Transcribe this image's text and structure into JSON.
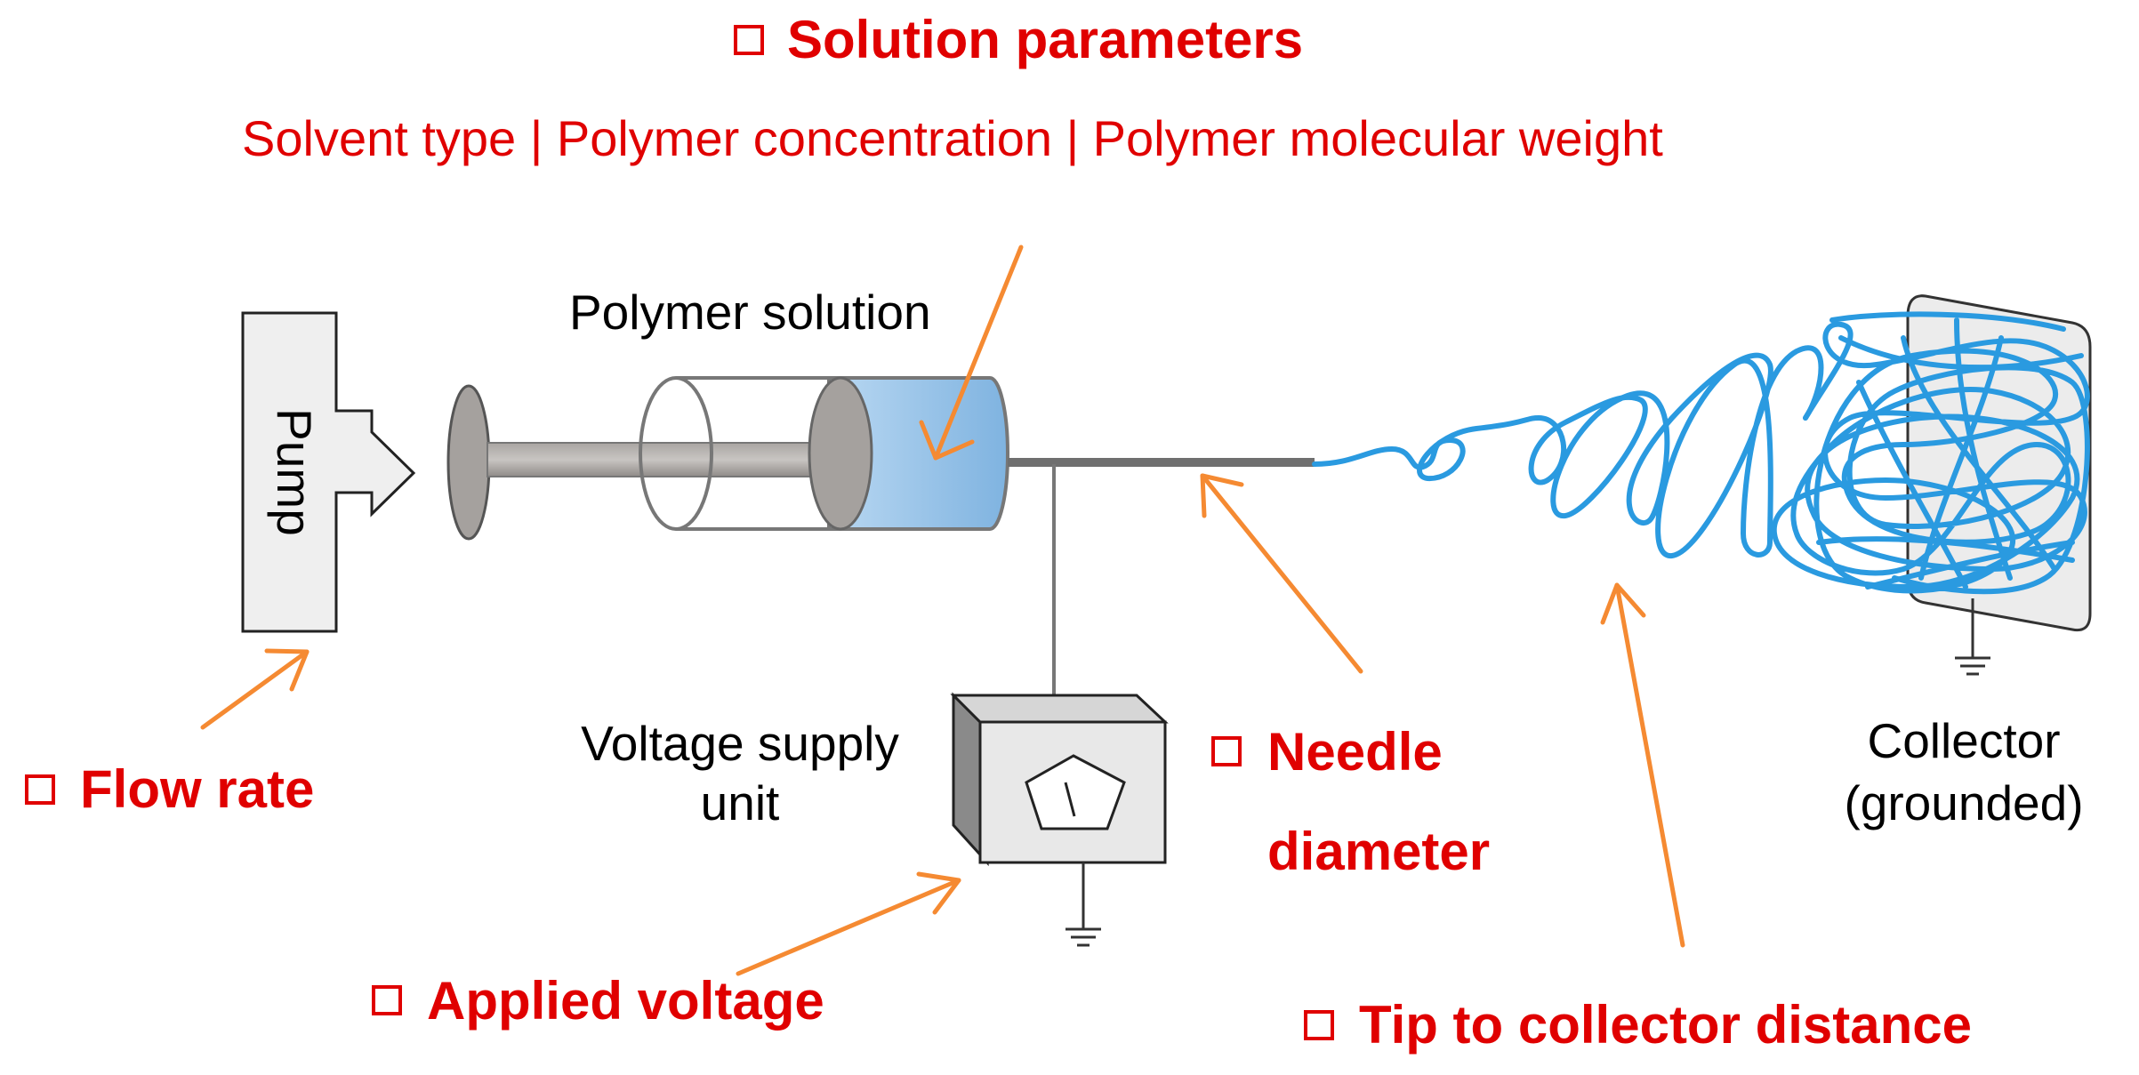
{
  "parameters": {
    "solution_title": "Solution parameters",
    "solution_details": "Solvent type | Polymer concentration | Polymer molecular weight",
    "flow_rate": "Flow rate",
    "needle_line1": "Needle",
    "needle_line2": "diameter",
    "applied_voltage": "Applied voltage",
    "tip_distance": "Tip to collector distance"
  },
  "components": {
    "pump": "Pump",
    "polymer_solution": "Polymer solution",
    "voltage_line1": "Voltage supply",
    "voltage_line2": "unit",
    "collector_line1": "Collector",
    "collector_line2": "(grounded)"
  },
  "colors": {
    "parameter_text": "#e00000",
    "arrow": "#f58a32",
    "fiber": "#2a9ae0",
    "solution": "#8fc0e6"
  }
}
